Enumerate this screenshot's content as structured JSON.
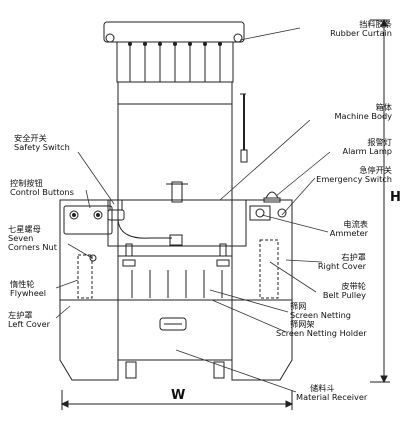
{
  "labels": {
    "rubber_curtain": {
      "cn": "挡料胶条",
      "en": "Rubber Curtain"
    },
    "machine_body": {
      "cn": "箱体",
      "en": "Machine Body"
    },
    "alarm_lamp": {
      "cn": "报警灯",
      "en": "Alarm Lamp"
    },
    "emergency_switch": {
      "cn": "急停开关",
      "en": "Emergency Switch"
    },
    "ammeter": {
      "cn": "电流表",
      "en": "Ammeter"
    },
    "right_cover": {
      "cn": "右护罩",
      "en": "Right Cover"
    },
    "belt_pulley": {
      "cn": "皮带轮",
      "en": "Belt Pulley"
    },
    "screen_netting": {
      "cn": "筛网",
      "en": "Screen Netting"
    },
    "screen_netting_holder": {
      "cn": "筛网架",
      "en": "Screen Netting Holder"
    },
    "material_receiver": {
      "cn": "储料斗",
      "en": "Material Receiver"
    },
    "safety_switch": {
      "cn": "安全开关",
      "en": "Safety Switch"
    },
    "control_buttons": {
      "cn": "控制按钮",
      "en": "Control Buttons"
    },
    "seven_corners_nut": {
      "cn": "七星螺母",
      "en1": "Seven",
      "en2": "Corners Nut"
    },
    "flywheel": {
      "cn": "惰性轮",
      "en": "Flywheel"
    },
    "left_cover": {
      "cn": "左护罩",
      "en": "Left Cover"
    }
  },
  "dimensions": {
    "width": "W",
    "height": "H"
  }
}
